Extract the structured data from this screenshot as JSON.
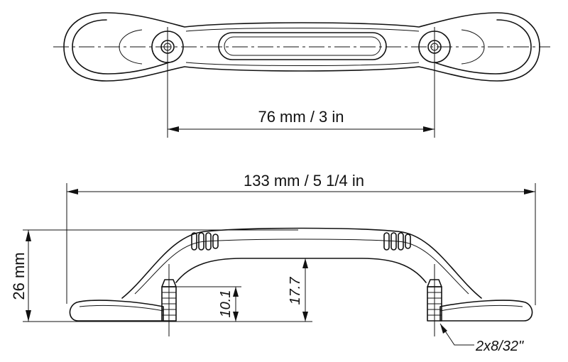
{
  "top_view": {
    "hole_spacing_label": "76 mm / 3 in"
  },
  "side_view": {
    "overall_length_label": "133 mm / 5 1/4 in",
    "height_label": "26 mm",
    "screw_depth_label": "10.1",
    "clearance_label": "17.7",
    "screw_note": "2x8/32\""
  }
}
